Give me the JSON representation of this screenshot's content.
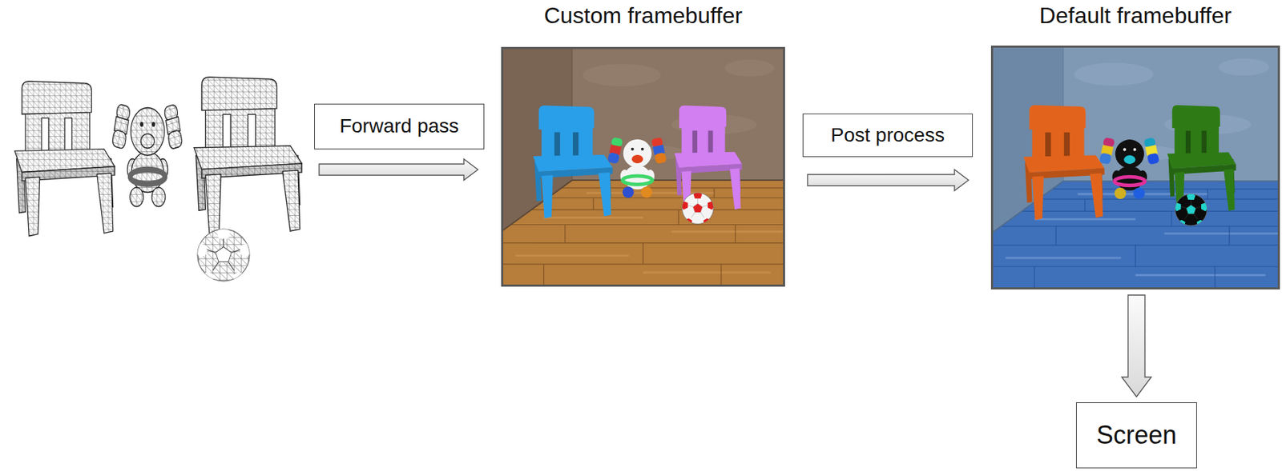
{
  "diagram": {
    "nodes": [
      {
        "text": [
          "Forward pass"
        ]
      },
      {
        "text": [
          "Custom framebuffer"
        ]
      },
      {
        "text": [
          "Post process"
        ]
      },
      {
        "text": [
          "Default framebuffer"
        ]
      },
      {
        "text": [
          "Screen"
        ]
      }
    ],
    "edges": [
      {
        "from": 1,
        "to": 3,
        "arrow": "to"
      },
      {
        "from": 3,
        "to": 4,
        "arrow": "to"
      }
    ]
  }
}
